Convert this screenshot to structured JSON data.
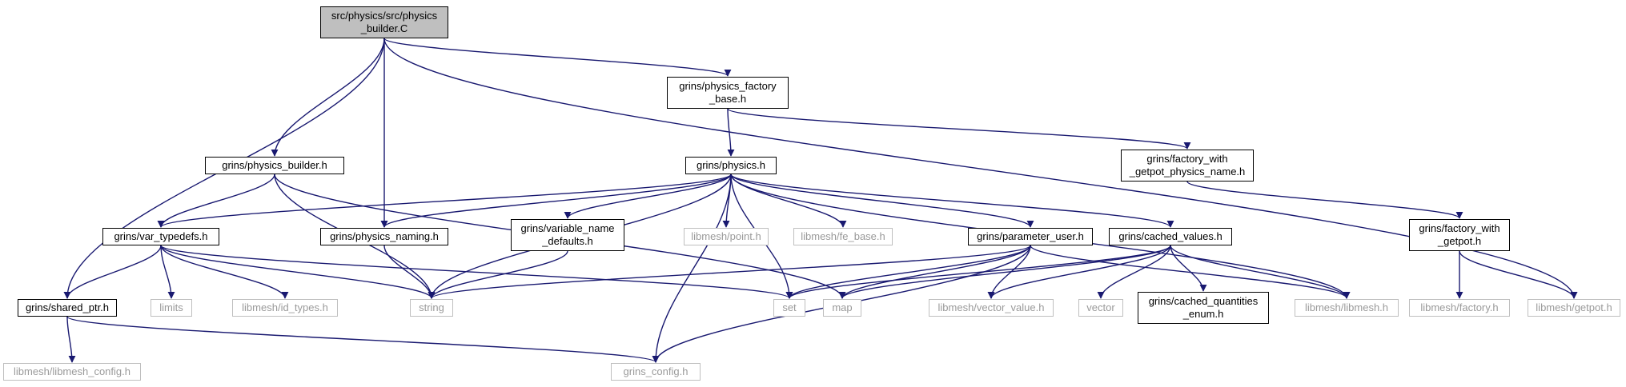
{
  "diagram": {
    "colors": {
      "edge": "#191970",
      "root_fill": "#bfbfbf",
      "local_border": "#000000",
      "external_border": "#bfbfbf",
      "external_text": "#9a9a9a"
    },
    "nodes": [
      {
        "id": "root",
        "label": "src/physics/src/physics\n_builder.C",
        "kind": "root"
      },
      {
        "id": "physics_factory_base",
        "label": "grins/physics_factory\n_base.h",
        "kind": "local"
      },
      {
        "id": "physics_builder",
        "label": "grins/physics_builder.h",
        "kind": "local"
      },
      {
        "id": "physics",
        "label": "grins/physics.h",
        "kind": "local"
      },
      {
        "id": "factory_with_getpot_physics_name",
        "label": "grins/factory_with\n_getpot_physics_name.h",
        "kind": "local"
      },
      {
        "id": "var_typedefs",
        "label": "grins/var_typedefs.h",
        "kind": "local"
      },
      {
        "id": "physics_naming",
        "label": "grins/physics_naming.h",
        "kind": "local"
      },
      {
        "id": "variable_name_defaults",
        "label": "grins/variable_name\n_defaults.h",
        "kind": "local"
      },
      {
        "id": "point",
        "label": "libmesh/point.h",
        "kind": "external"
      },
      {
        "id": "fe_base",
        "label": "libmesh/fe_base.h",
        "kind": "external"
      },
      {
        "id": "parameter_user",
        "label": "grins/parameter_user.h",
        "kind": "local"
      },
      {
        "id": "cached_values",
        "label": "grins/cached_values.h",
        "kind": "local"
      },
      {
        "id": "factory_with_getpot",
        "label": "grins/factory_with\n_getpot.h",
        "kind": "local"
      },
      {
        "id": "shared_ptr",
        "label": "grins/shared_ptr.h",
        "kind": "local"
      },
      {
        "id": "limits",
        "label": "limits",
        "kind": "external"
      },
      {
        "id": "id_types",
        "label": "libmesh/id_types.h",
        "kind": "external"
      },
      {
        "id": "string",
        "label": "string",
        "kind": "external"
      },
      {
        "id": "set",
        "label": "set",
        "kind": "external"
      },
      {
        "id": "map",
        "label": "map",
        "kind": "external"
      },
      {
        "id": "vector_value",
        "label": "libmesh/vector_value.h",
        "kind": "external"
      },
      {
        "id": "vector",
        "label": "vector",
        "kind": "external"
      },
      {
        "id": "cached_quantities_enum",
        "label": "grins/cached_quantities\n_enum.h",
        "kind": "local"
      },
      {
        "id": "libmesh",
        "label": "libmesh/libmesh.h",
        "kind": "external"
      },
      {
        "id": "factory",
        "label": "libmesh/factory.h",
        "kind": "external"
      },
      {
        "id": "getpot",
        "label": "libmesh/getpot.h",
        "kind": "external"
      },
      {
        "id": "libmesh_config",
        "label": "libmesh/libmesh_config.h",
        "kind": "external"
      },
      {
        "id": "grins_config",
        "label": "grins_config.h",
        "kind": "external"
      }
    ],
    "edges": [
      [
        "root",
        "physics_factory_base"
      ],
      [
        "root",
        "physics_builder"
      ],
      [
        "root",
        "physics_naming"
      ],
      [
        "root",
        "shared_ptr"
      ],
      [
        "root",
        "getpot"
      ],
      [
        "physics_factory_base",
        "physics"
      ],
      [
        "physics_factory_base",
        "factory_with_getpot_physics_name"
      ],
      [
        "factory_with_getpot_physics_name",
        "factory_with_getpot"
      ],
      [
        "factory_with_getpot",
        "factory"
      ],
      [
        "factory_with_getpot",
        "getpot"
      ],
      [
        "physics_builder",
        "var_typedefs"
      ],
      [
        "physics_builder",
        "string"
      ],
      [
        "physics_builder",
        "map"
      ],
      [
        "physics",
        "var_typedefs"
      ],
      [
        "physics",
        "physics_naming"
      ],
      [
        "physics",
        "string"
      ],
      [
        "physics",
        "variable_name_defaults"
      ],
      [
        "physics",
        "point"
      ],
      [
        "physics",
        "fe_base"
      ],
      [
        "physics",
        "parameter_user"
      ],
      [
        "physics",
        "cached_values"
      ],
      [
        "physics",
        "set"
      ],
      [
        "physics",
        "grins_config"
      ],
      [
        "physics",
        "libmesh"
      ],
      [
        "var_typedefs",
        "shared_ptr"
      ],
      [
        "var_typedefs",
        "limits"
      ],
      [
        "var_typedefs",
        "id_types"
      ],
      [
        "var_typedefs",
        "string"
      ],
      [
        "var_typedefs",
        "set"
      ],
      [
        "physics_naming",
        "string"
      ],
      [
        "variable_name_defaults",
        "string"
      ],
      [
        "parameter_user",
        "string"
      ],
      [
        "parameter_user",
        "set"
      ],
      [
        "parameter_user",
        "map"
      ],
      [
        "parameter_user",
        "vector_value"
      ],
      [
        "parameter_user",
        "libmesh"
      ],
      [
        "parameter_user",
        "grins_config"
      ],
      [
        "cached_values",
        "set"
      ],
      [
        "cached_values",
        "map"
      ],
      [
        "cached_values",
        "vector_value"
      ],
      [
        "cached_values",
        "vector"
      ],
      [
        "cached_values",
        "cached_quantities_enum"
      ],
      [
        "cached_values",
        "libmesh"
      ],
      [
        "shared_ptr",
        "libmesh_config"
      ],
      [
        "shared_ptr",
        "grins_config"
      ]
    ]
  }
}
